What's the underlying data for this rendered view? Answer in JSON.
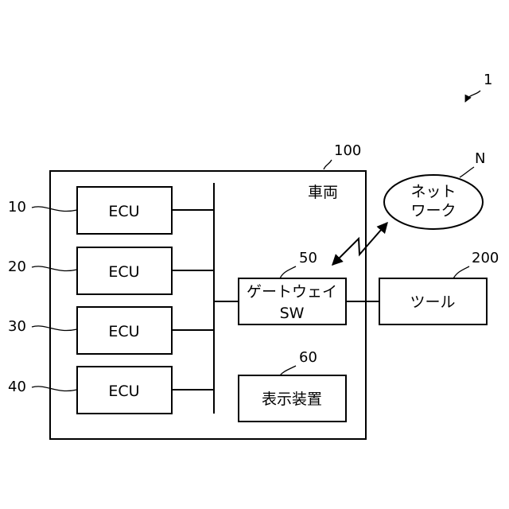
{
  "refs": {
    "system": "1",
    "vehicle": "100",
    "network": "N",
    "gateway": "50",
    "tool": "200",
    "display": "60",
    "ecu1": "10",
    "ecu2": "20",
    "ecu3": "30",
    "ecu4": "40"
  },
  "labels": {
    "vehicle": "車両",
    "network_line1": "ネット",
    "network_line2": "ワーク",
    "gateway_line1": "ゲートウェイ",
    "gateway_line2": "SW",
    "tool": "ツール",
    "display": "表示装置",
    "ecu": "ECU"
  }
}
